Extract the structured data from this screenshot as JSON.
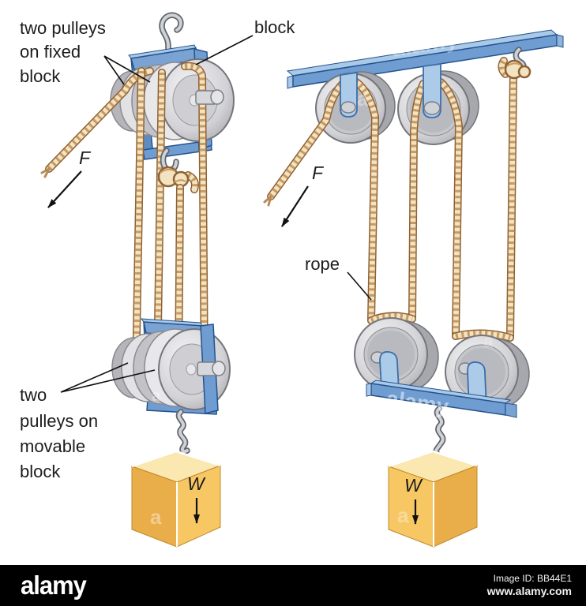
{
  "labels": {
    "fixed_pulleys": [
      "two pulleys",
      "on fixed",
      "block"
    ],
    "block": "block",
    "movable_pulleys": [
      "two",
      "pulleys on",
      "movable",
      "block"
    ],
    "rope": "rope",
    "force": "F",
    "weight": "W"
  },
  "watermarks": {
    "brand": "alamy",
    "letter": "a"
  },
  "footer": {
    "brand": "alamy",
    "image_id": "Image ID: BB44E1",
    "website": "www.alamy.com"
  },
  "colors": {
    "frame_blue": "#6f9cd1",
    "frame_blue_dark": "#24538c",
    "frame_blue_light": "#a9c9e9",
    "strap_blue": "#abcbe9",
    "rope_fill": "#f2e3c1",
    "rope_outline": "#8f6134",
    "metal": "#ced2d7",
    "pulley_light": "#f2f2f4",
    "pulley_dark": "#aeaeb3",
    "cube_top": "#fbe7b0",
    "cube_light": "#f6c763",
    "cube_dark": "#e9ad49",
    "footer_bg": "#000000"
  }
}
